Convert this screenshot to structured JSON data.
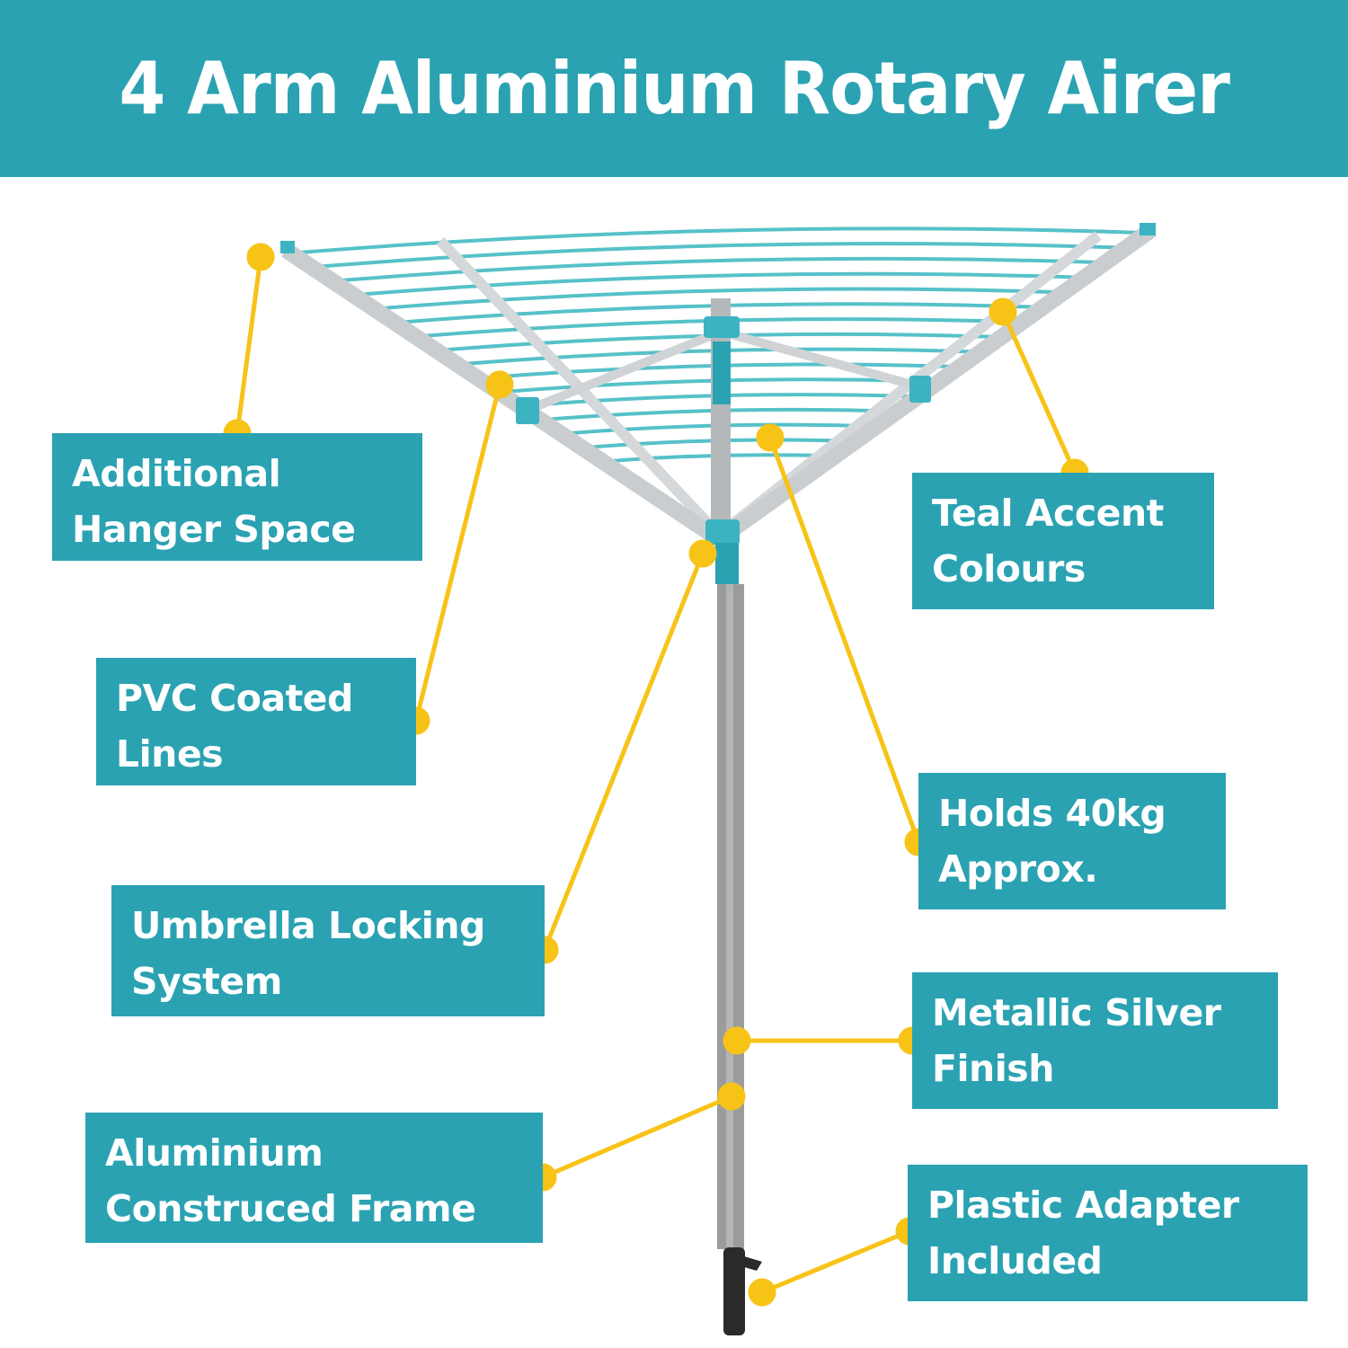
{
  "header": {
    "title": "4 Arm Aluminium Rotary Airer"
  },
  "colors": {
    "teal": "#2aa2b2",
    "callout_yellow": "#f7c316",
    "frame_silver": "#c9cdd0",
    "line_teal": "#56c1c9",
    "pole_grey": "#9a9c9c",
    "spike_black": "#2b2a28"
  },
  "callouts": [
    {
      "id": "hanger",
      "lines": [
        "Additional",
        "Hanger Space"
      ]
    },
    {
      "id": "teal",
      "lines": [
        "Teal Accent",
        "Colours"
      ]
    },
    {
      "id": "pvc",
      "lines": [
        "PVC Coated",
        "Lines"
      ]
    },
    {
      "id": "holds",
      "lines": [
        "Holds 40kg",
        "Approx."
      ]
    },
    {
      "id": "umbrella",
      "lines": [
        "Umbrella Locking",
        "System"
      ]
    },
    {
      "id": "metallic",
      "lines": [
        "Metallic Silver",
        "Finish"
      ]
    },
    {
      "id": "aluminium",
      "lines": [
        "Aluminium",
        "Construced Frame"
      ]
    },
    {
      "id": "plastic",
      "lines": [
        "Plastic Adapter",
        "Included"
      ]
    }
  ]
}
